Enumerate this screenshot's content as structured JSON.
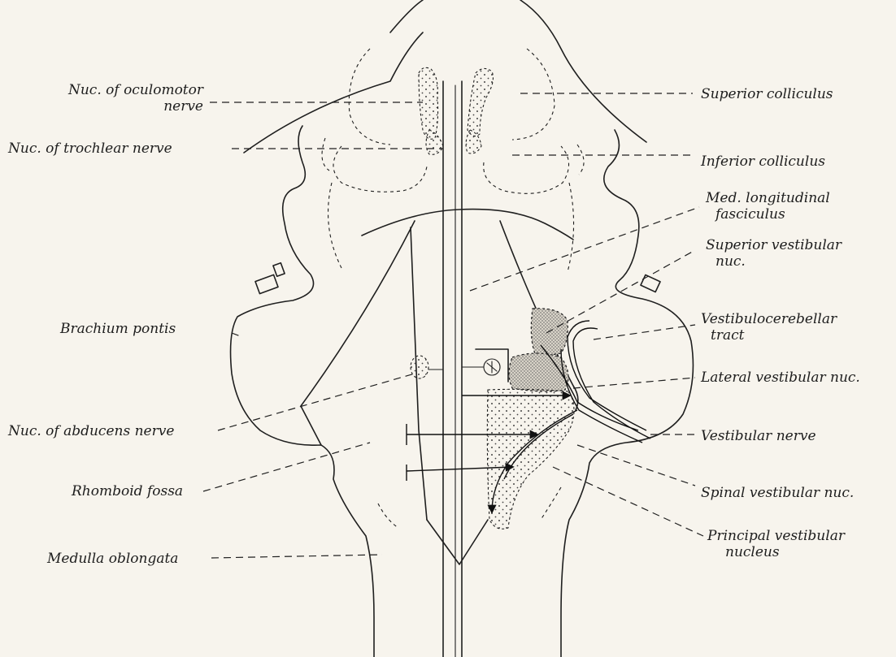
{
  "labels": {
    "nuc_oculomotor": [
      "Nuc. of oculomotor",
      "nerve"
    ],
    "nuc_trochlear": "Nuc. of trochlear nerve",
    "brachium_pontis": "Brachium pontis",
    "nuc_abducens": "Nuc. of abducens nerve",
    "rhomboid_fossa": "Rhomboid fossa",
    "medulla_oblongata": "Medulla oblongata",
    "superior_colliculus": "Superior colliculus",
    "inferior_colliculus": "Inferior colliculus",
    "med_longitudinal_fasciculus": [
      "Med. longitudinal",
      "fasciculus"
    ],
    "superior_vestibular_nuc": [
      "Superior vestibular",
      "nuc."
    ],
    "vestibulocerebellar_tract": [
      "Vestibulocerebellar",
      "tract"
    ],
    "lateral_vestibular_nuc": "Lateral vestibular nuc.",
    "vestibular_nerve": "Vestibular nerve",
    "spinal_vestibular_nuc": "Spinal vestibular nuc.",
    "principal_vestibular_nucleus": [
      "Principal vestibular",
      "nucleus"
    ]
  },
  "colors": {
    "ink": "#1f1f1f",
    "paper": "#f7f4ed",
    "stipple": "#b9b4aa"
  }
}
